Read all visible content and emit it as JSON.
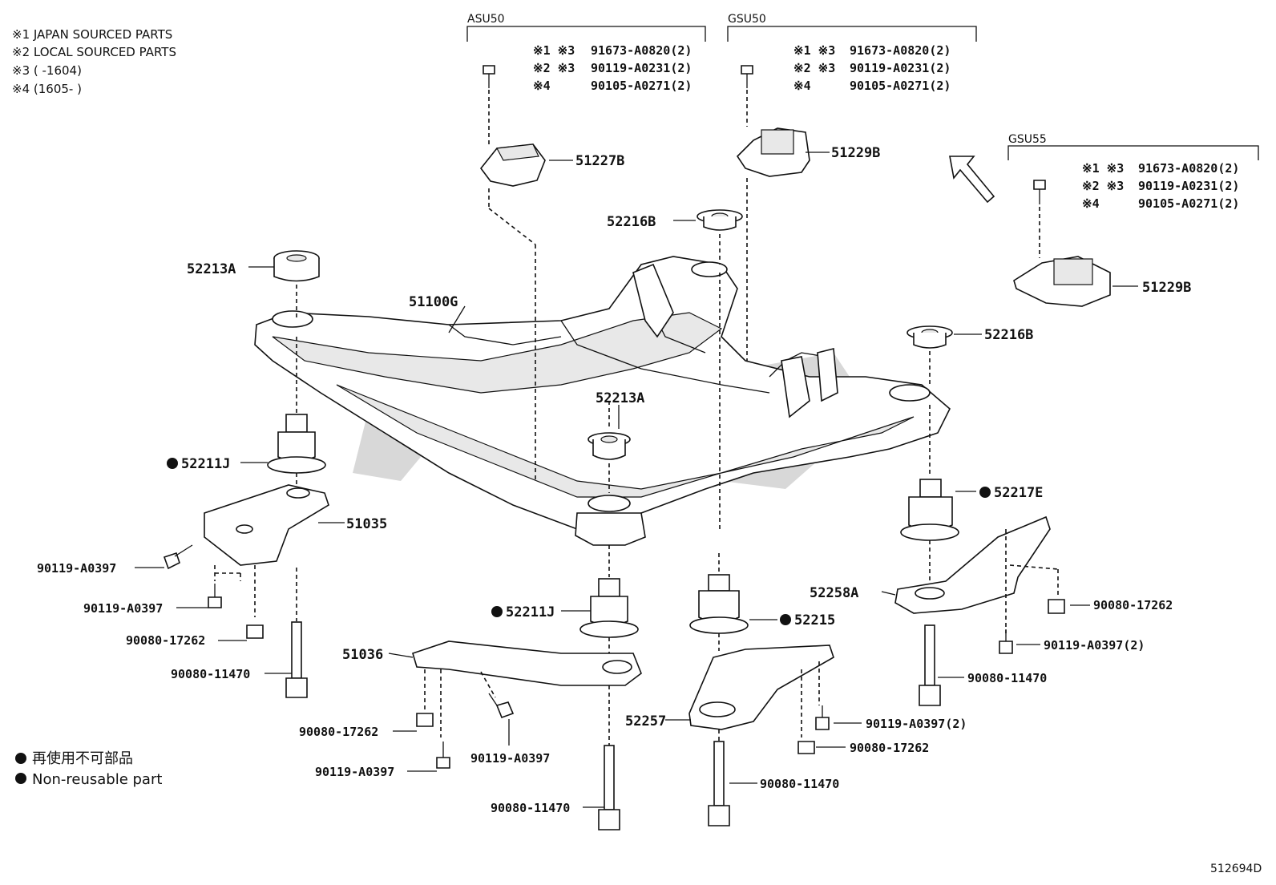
{
  "notes": {
    "n1": "※1 JAPAN SOURCED PARTS",
    "n2": "※2 LOCAL SOURCED PARTS",
    "n3": "※3 (       -1604)",
    "n4": "※4 (1605-        )"
  },
  "groups": {
    "asu50": {
      "title": "ASU50",
      "r1_mark": "※1 ※3",
      "r1_part": "91673-A0820(2)",
      "r2_mark": "※2 ※3",
      "r2_part": "90119-A0231(2)",
      "r3_mark": "※4",
      "r3_part": "90105-A0271(2)",
      "mount": "51227B"
    },
    "gsu50": {
      "title": "GSU50",
      "r1_mark": "※1 ※3",
      "r1_part": "91673-A0820(2)",
      "r2_mark": "※2 ※3",
      "r2_part": "90119-A0231(2)",
      "r3_mark": "※4",
      "r3_part": "90105-A0271(2)",
      "mount": "51229B"
    },
    "gsu55": {
      "title": "GSU55",
      "r1_mark": "※1 ※3",
      "r1_part": "91673-A0820(2)",
      "r2_mark": "※2 ※3",
      "r2_part": "90119-A0231(2)",
      "r3_mark": "※4",
      "r3_part": "90105-A0271(2)",
      "mount": "51229B"
    }
  },
  "parts": {
    "p52216B_a": "52216B",
    "p52213A_a": "52213A",
    "p51100G": "51100G",
    "p52216B_b": "52216B",
    "p52211J_a": "52211J",
    "p52213A_b": "52213A",
    "p52217E": "52217E",
    "p51035": "51035",
    "p90119_A0397_a": "90119-A0397",
    "p52258A": "52258A",
    "p90080_17262_r": "90080-17262",
    "p90119_A0397_b": "90119-A0397",
    "p52211J_b": "52211J",
    "p52215": "52215",
    "p90080_17262_a": "90080-17262",
    "p90119_A0397_2a": "90119-A0397(2)",
    "p90080_11470_a": "90080-11470",
    "p90080_11470_r": "90080-11470",
    "p51036": "51036",
    "p52257": "52257",
    "p90119_A0397_2b": "90119-A0397(2)",
    "p90080_17262_b": "90080-17262",
    "p90080_17262_c": "90080-17262",
    "p90119_A0397_c": "90119-A0397",
    "p90119_A0397_d": "90119-A0397",
    "p90080_11470_b": "90080-11470",
    "p90080_11470_c": "90080-11470"
  },
  "legend": {
    "jp": "再使用不可部品",
    "en": "Non-reusable part"
  },
  "diagram_id": "512694D"
}
